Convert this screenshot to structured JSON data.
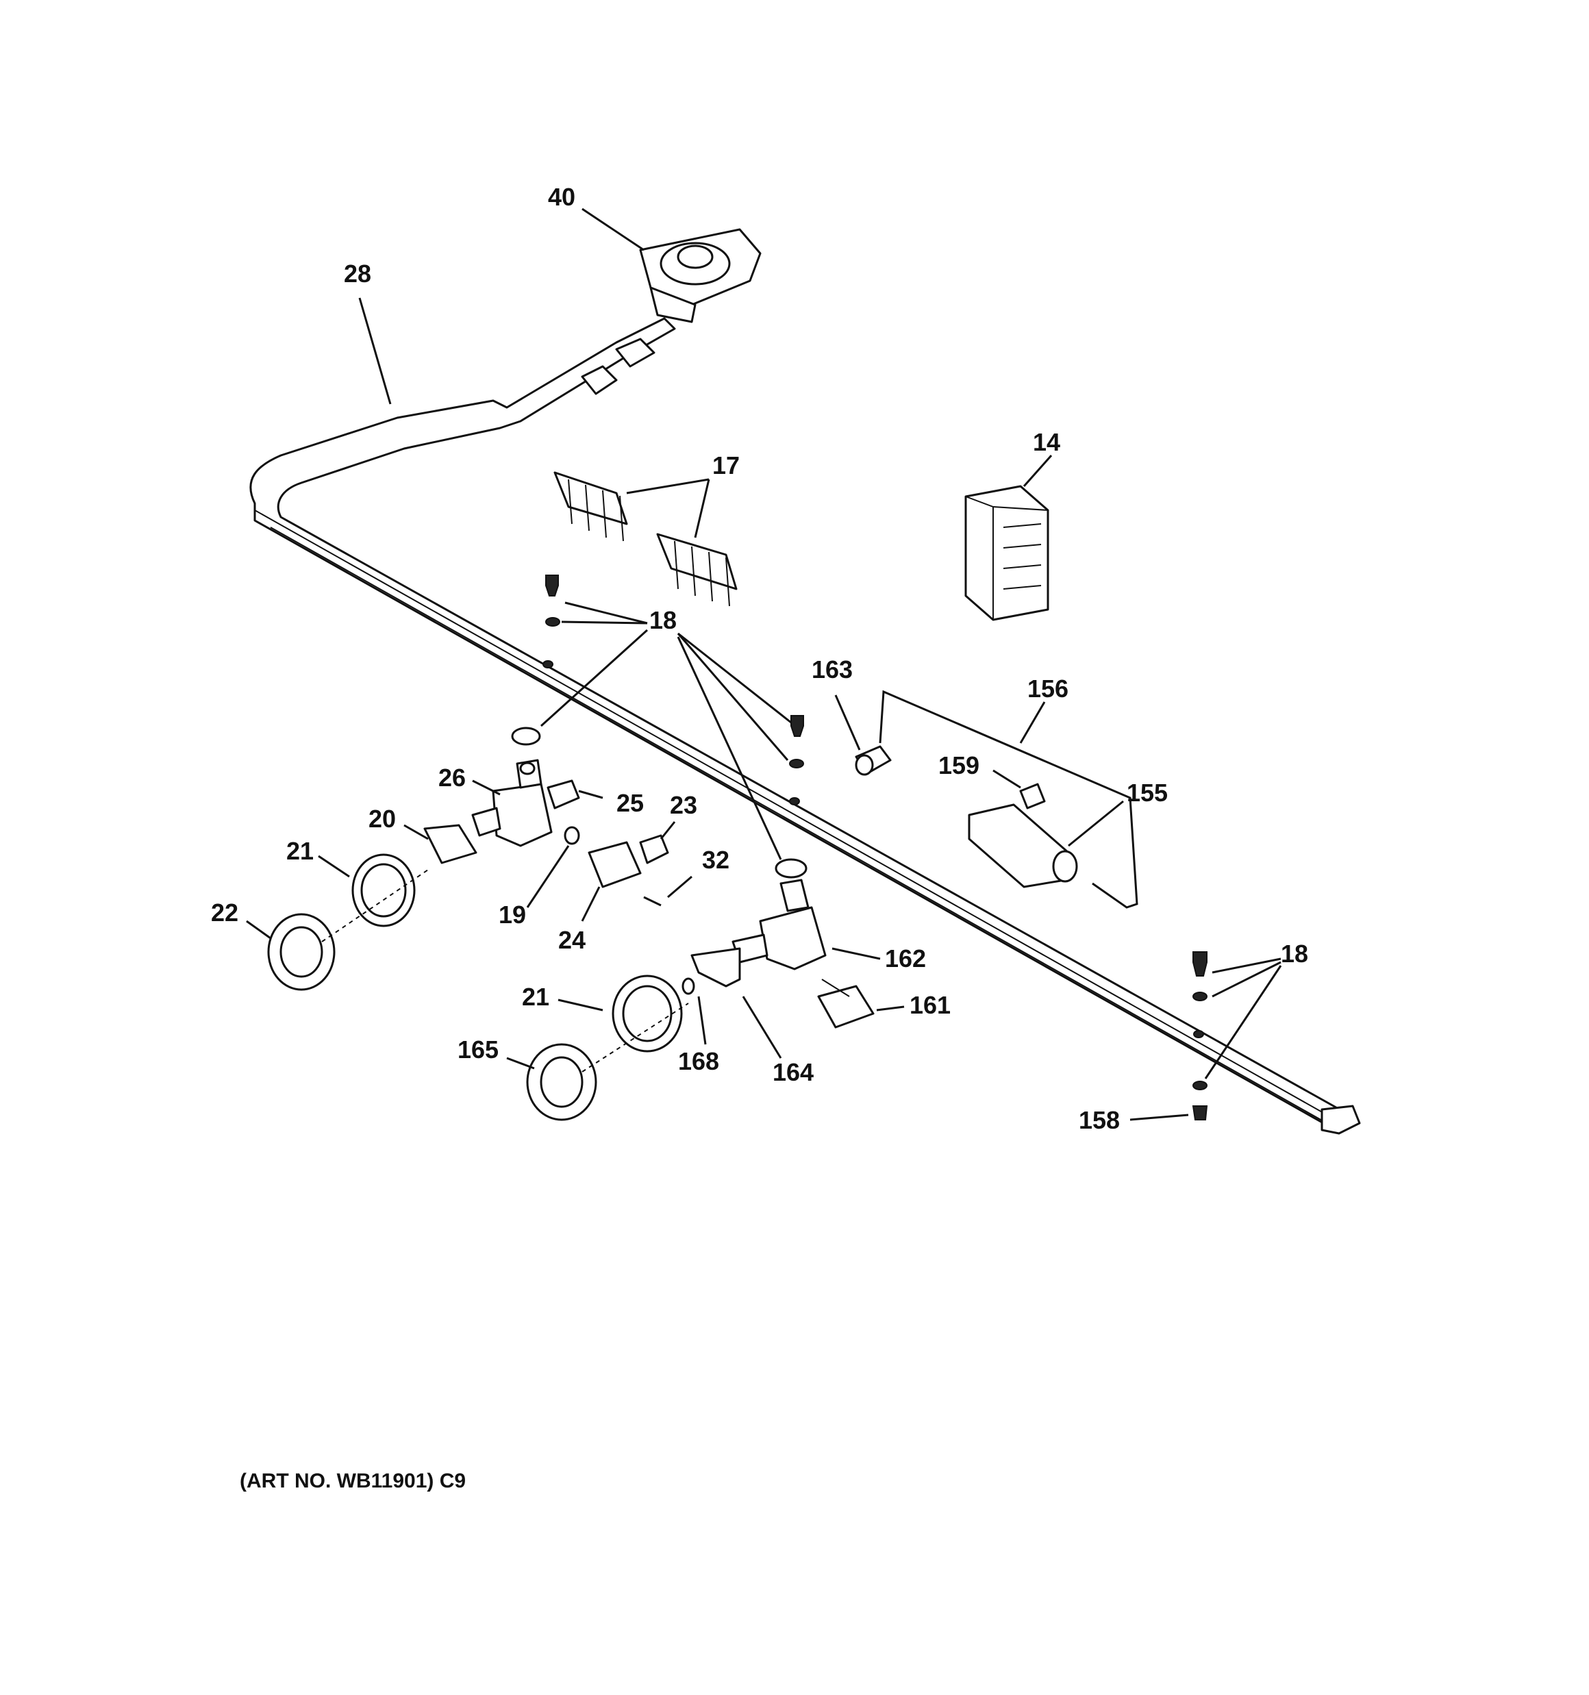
{
  "diagram": {
    "callouts": {
      "c40": "40",
      "c28": "28",
      "c14": "14",
      "c17": "17",
      "c18a": "18",
      "c18b": "18",
      "c163": "163",
      "c156": "156",
      "c159": "159",
      "c155": "155",
      "c26": "26",
      "c25": "25",
      "c23": "23",
      "c20": "20",
      "c21a": "21",
      "c32": "32",
      "c22": "22",
      "c19": "19",
      "c24": "24",
      "c162": "162",
      "c161": "161",
      "c21b": "21",
      "c165": "165",
      "c168": "168",
      "c164": "164",
      "c158": "158"
    },
    "caption": "(ART NO. WB11901) C9"
  }
}
